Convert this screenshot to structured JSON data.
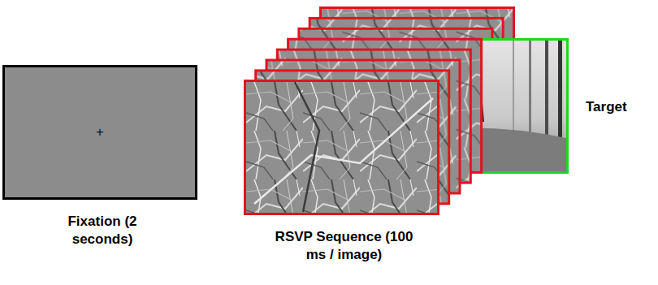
{
  "diagram": {
    "nodes": [
      {
        "text": [
          "+",
          "Fixation (2 seconds)"
        ]
      },
      {
        "text": [
          "RSVP Sequence (100 ms / image)"
        ]
      },
      {
        "text": [
          "Target"
        ]
      }
    ]
  }
}
